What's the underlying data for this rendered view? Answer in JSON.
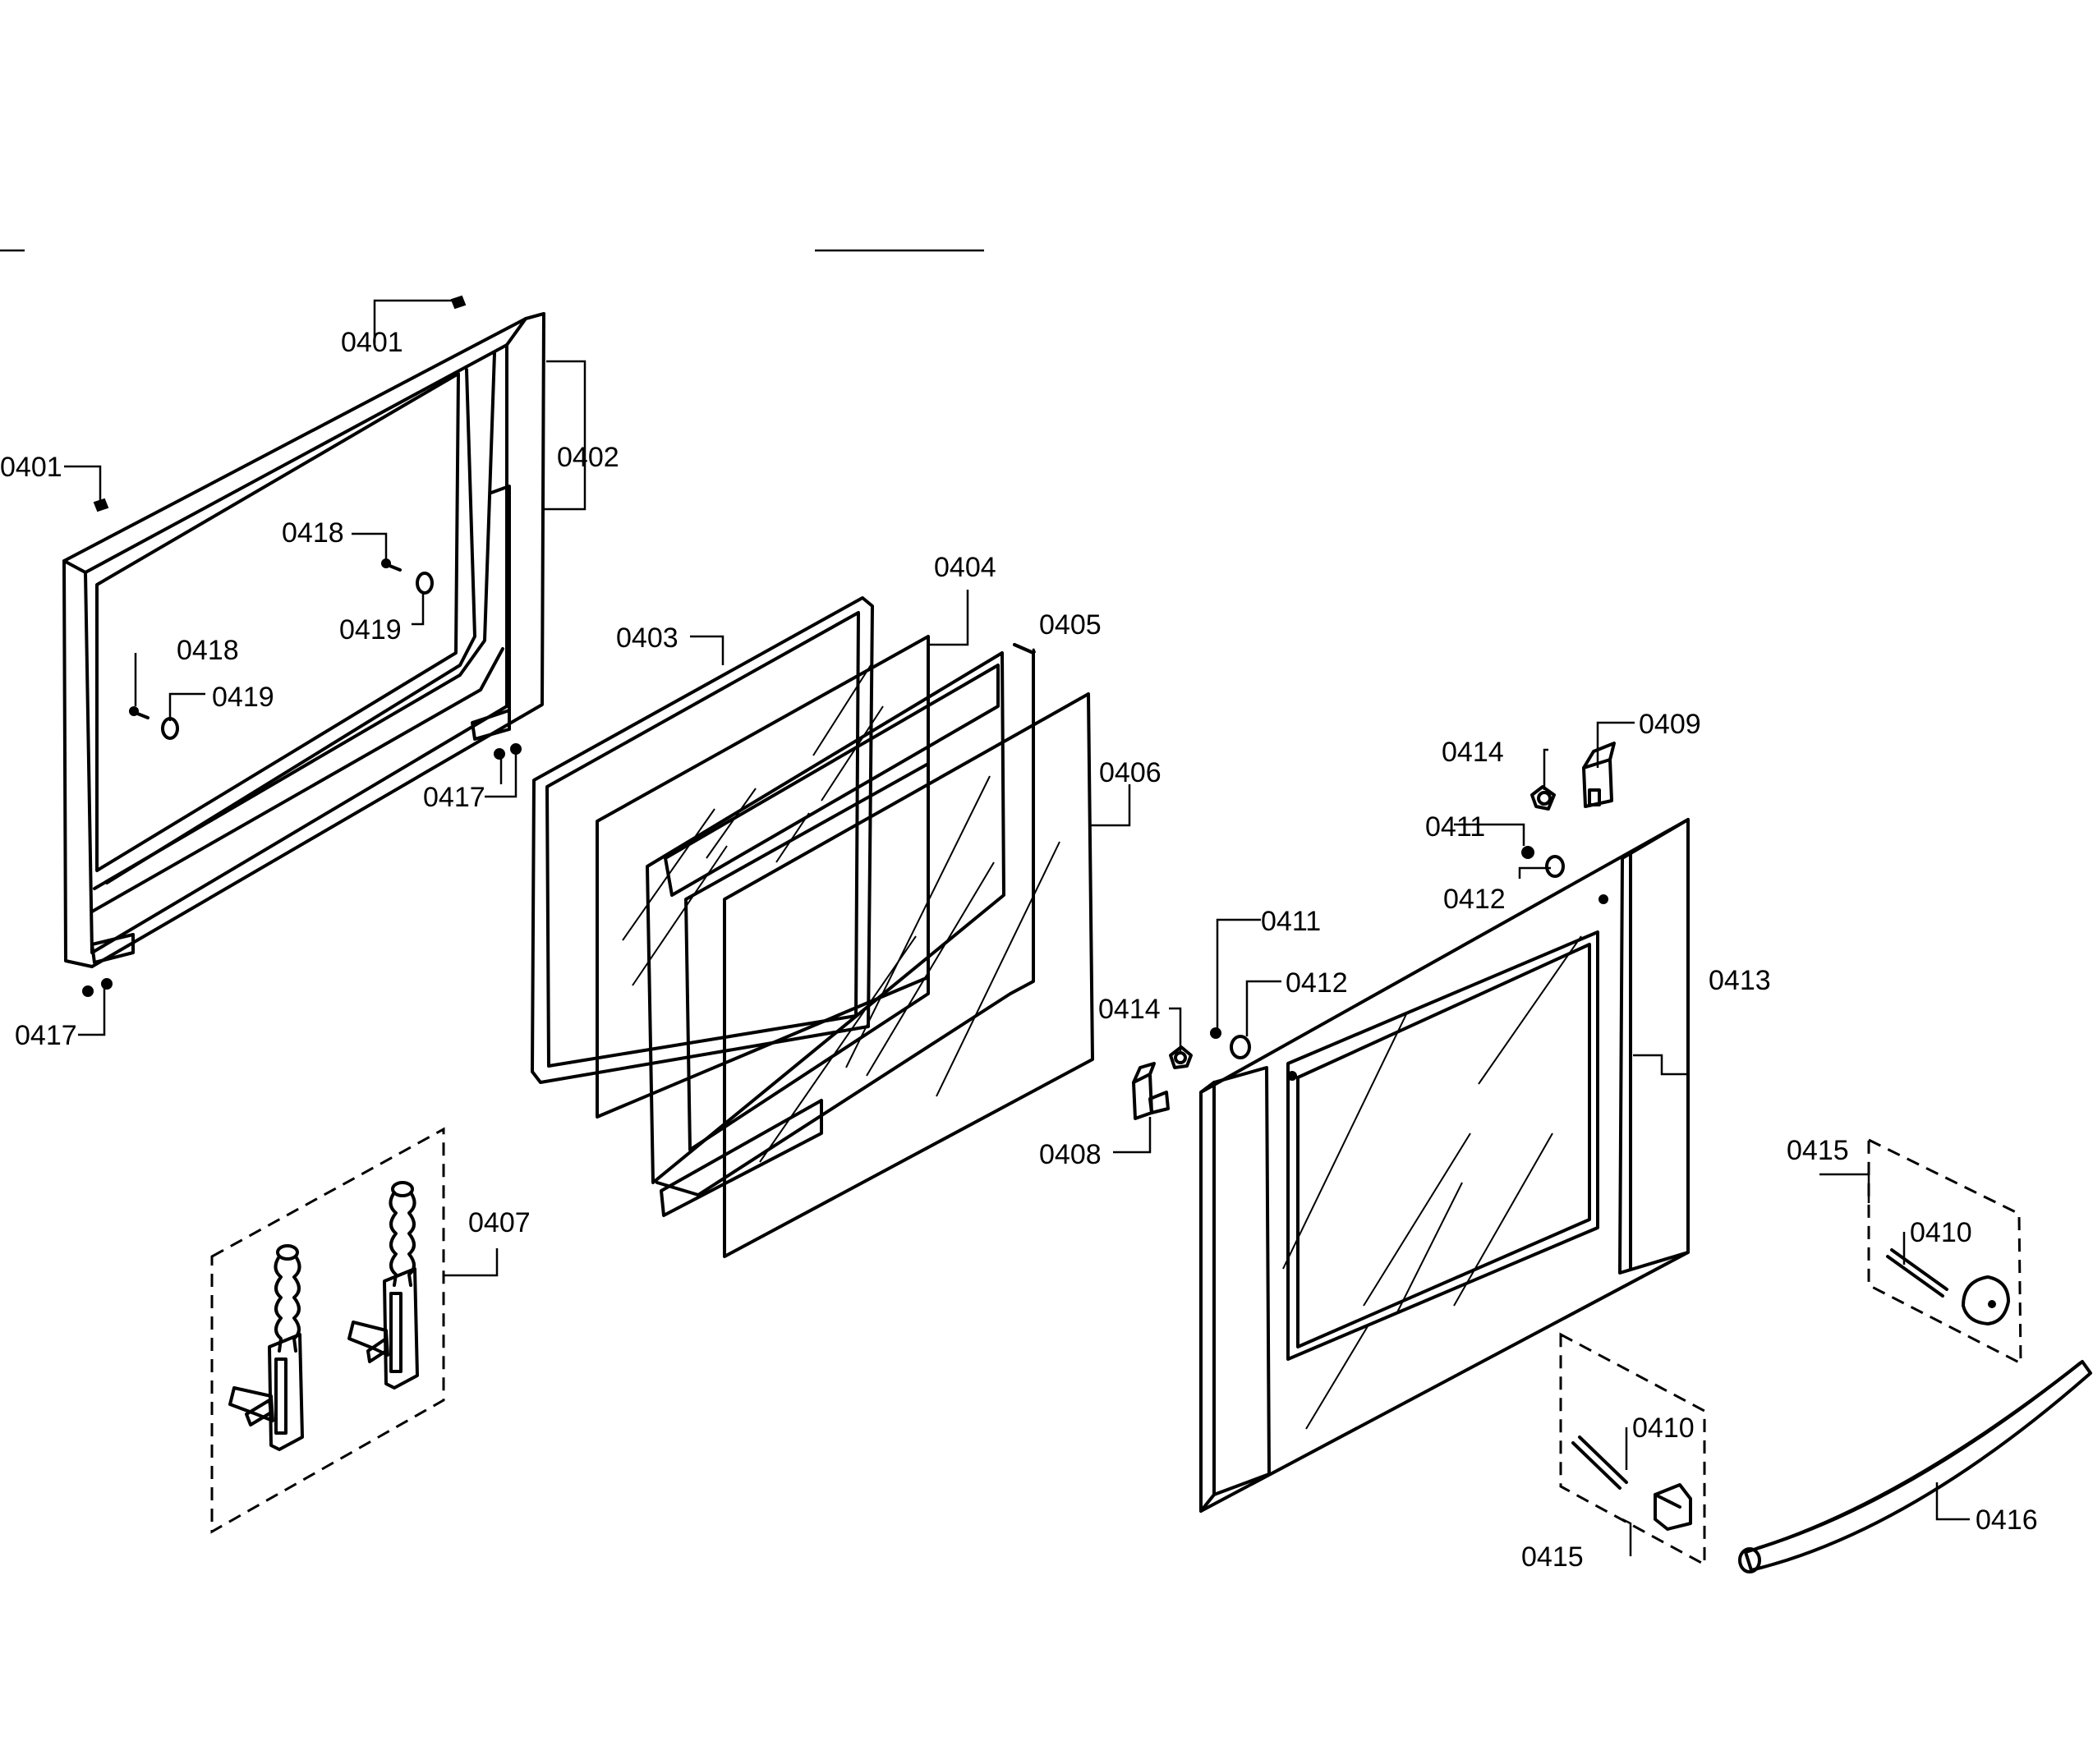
{
  "labels": {
    "l0401a": "0401",
    "l0401b": "0401",
    "l0402": "0402",
    "l0403": "0403",
    "l0404": "0404",
    "l0405": "0405",
    "l0406": "0406",
    "l0407": "0407",
    "l0408": "0408",
    "l0409": "0409",
    "l0410a": "0410",
    "l0410b": "0410",
    "l0411a": "0411",
    "l0411b": "0411",
    "l0412a": "0412",
    "l0412b": "0412",
    "l0413": "0413",
    "l0414a": "0414",
    "l0414b": "0414",
    "l0415a": "0415",
    "l0415b": "0415",
    "l0416": "0416",
    "l0417a": "0417",
    "l0417b": "0417",
    "l0418a": "0418",
    "l0418b": "0418",
    "l0419a": "0419",
    "l0419b": "0419"
  }
}
